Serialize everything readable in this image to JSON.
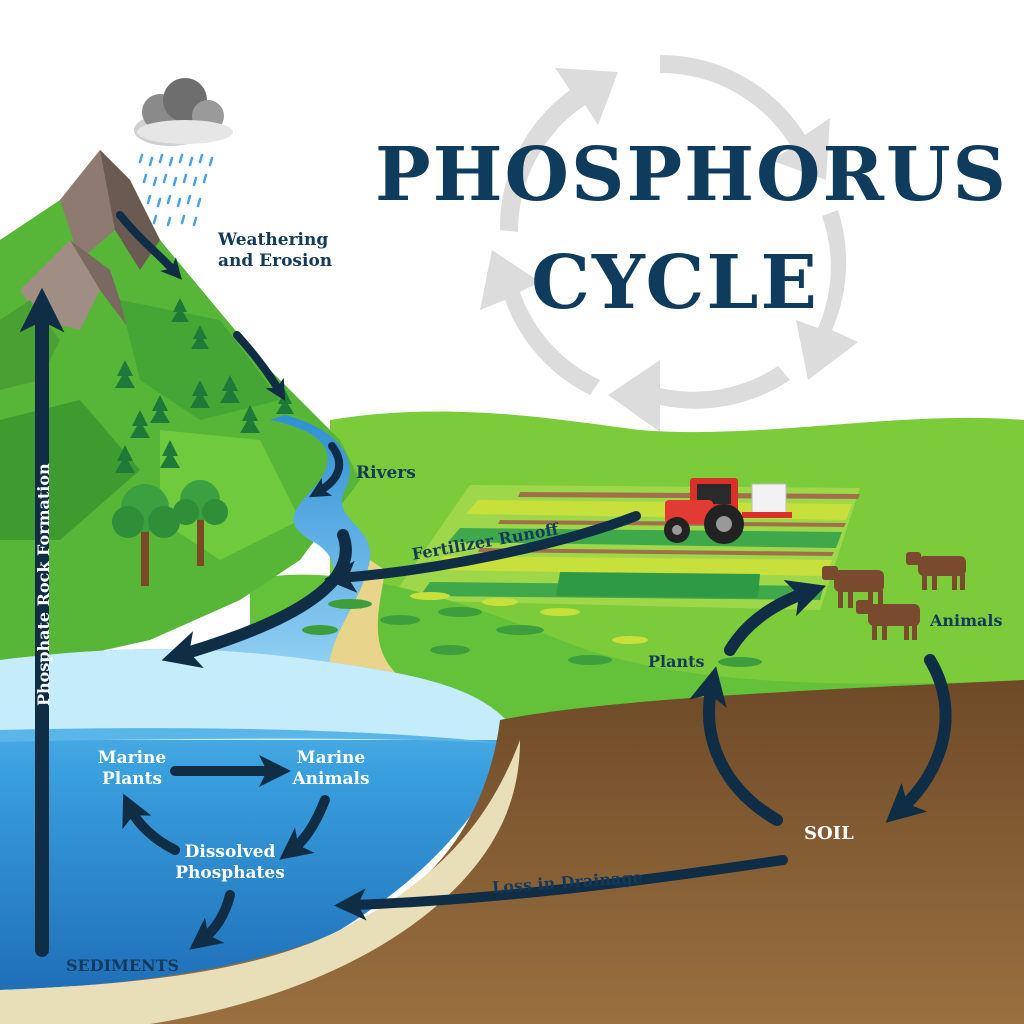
{
  "title": {
    "line1": "PHOSPHORUS",
    "line2": "CYCLE"
  },
  "colors": {
    "title": "#0f3b5c",
    "arrow": "#0f2d45",
    "grass": "#5cc235",
    "ocean": "#2a8ad0",
    "soil": "#7a5530",
    "cycle_ring": "#d9d9d9"
  },
  "labels": {
    "weathering": "Weathering\nand Erosion",
    "rivers": "Rivers",
    "fertilizer_runoff": "Fertilizer Runoff",
    "phosphate_rock_formation": "Phosphate Rock Formation",
    "marine_plants": "Marine\nPlants",
    "marine_animals": "Marine\nAnimals",
    "dissolved_phosphates": "Dissolved\nPhosphates",
    "sediments": "SEDIMENTS",
    "plants": "Plants",
    "animals": "Animals",
    "soil": "SOIL",
    "loss_in_drainage": "Loss in Drainage"
  },
  "icons": [
    "rain-cloud-icon",
    "tractor-icon",
    "cow-icon",
    "tree-icon",
    "cycle-ring-icon"
  ]
}
